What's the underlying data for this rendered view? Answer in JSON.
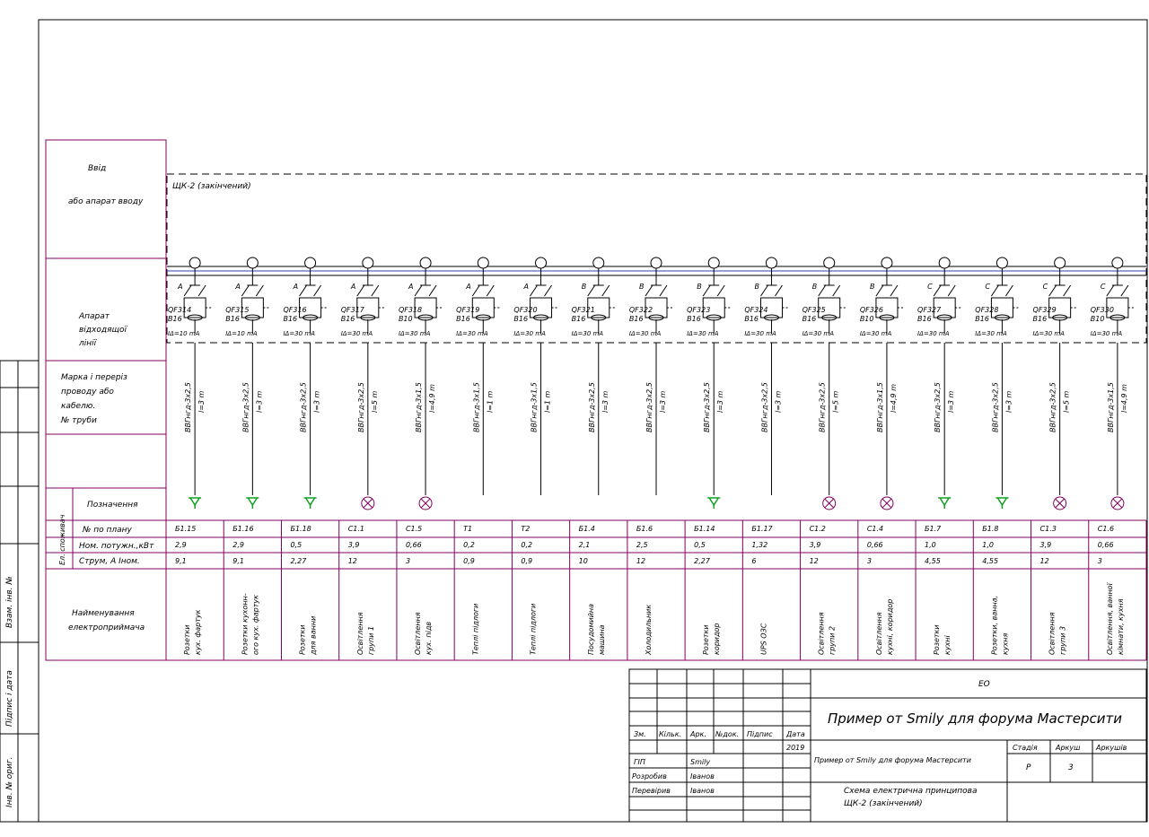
{
  "panel_label": "ЩК-2 (закінчений)",
  "left_headers": {
    "input": [
      "Ввід",
      "або апарат вводу"
    ],
    "line_devices": [
      "Апарат",
      "відходящої",
      "лінії"
    ],
    "cable": [
      "Марка і переріз",
      "проводу або",
      "кабелю.",
      "№ труби"
    ],
    "side_label": "Ел. споживач",
    "designation": "Позначення",
    "plan_no": "№ по плану",
    "power": "Ном. потужн.,кВт",
    "current": "Струм, А   Іном.",
    "name": [
      "Найменування",
      "електроприймача"
    ]
  },
  "groups": [
    {
      "qf": "QF314",
      "type": "A",
      "rating": "B16",
      "leak": "IΔ=10 mA",
      "cable": "ВВГнгд-3х2,5",
      "len": "l=3 m",
      "sym": "fluor",
      "plan": "Б1.15",
      "power": "2,9",
      "current": "9,1",
      "name": [
        "Розетки",
        "кух. фартук"
      ]
    },
    {
      "qf": "QF315",
      "type": "A",
      "rating": "B16",
      "leak": "IΔ=10 mA",
      "cable": "ВВГнгд-3х2,5",
      "len": "l=3 m",
      "sym": "fluor",
      "plan": "Б1.16",
      "power": "2,9",
      "current": "9,1",
      "name": [
        "Розетки кухонн-",
        "ого кух. фартук"
      ]
    },
    {
      "qf": "QF316",
      "type": "A",
      "rating": "B16",
      "leak": "IΔ=30 mA",
      "cable": "ВВГнгд-3х2,5",
      "len": "l=3 m",
      "sym": "fluor",
      "plan": "Б1.18",
      "power": "0,5",
      "current": "2,27",
      "name": [
        "Розетки",
        "для ванни"
      ]
    },
    {
      "qf": "QF317",
      "type": "A",
      "rating": "B16",
      "leak": "IΔ=30 mA",
      "cable": "ВВГнгд-3х2,5",
      "len": "l=5 m",
      "sym": "lamp",
      "plan": "С1.1",
      "power": "3,9",
      "current": "12",
      "name": [
        "Освітлення",
        "групи 1"
      ]
    },
    {
      "qf": "QF318",
      "type": "A",
      "rating": "B10",
      "leak": "IΔ=30 mA",
      "cable": "ВВГнгд-3х1,5",
      "len": "l=4,9 m",
      "sym": "lamp",
      "plan": "С1.5",
      "power": "0,66",
      "current": "3",
      "name": [
        "Освітлення",
        "кух. підв"
      ]
    },
    {
      "qf": "QF319",
      "type": "A",
      "rating": "B16",
      "leak": "IΔ=30 mA",
      "cable": "ВВГнгд-3х1,5",
      "len": "l=1 m",
      "sym": "none",
      "plan": "Т1",
      "power": "0,2",
      "current": "0,9",
      "name": [
        "Теплі підлоги"
      ]
    },
    {
      "qf": "QF320",
      "type": "A",
      "rating": "B16",
      "leak": "IΔ=30 mA",
      "cable": "ВВГнгд-3х1,5",
      "len": "l=1 m",
      "sym": "none",
      "plan": "Т2",
      "power": "0,2",
      "current": "0,9",
      "name": [
        "Теплі підлоги"
      ]
    },
    {
      "qf": "QF321",
      "type": "B",
      "rating": "B16",
      "leak": "IΔ=30 mA",
      "cable": "ВВГнгд-3х2,5",
      "len": "l=3 m",
      "sym": "none",
      "plan": "Б1.4",
      "power": "2,1",
      "current": "10",
      "name": [
        "Посудомийна",
        "машина"
      ]
    },
    {
      "qf": "QF322",
      "type": "B",
      "rating": "B16",
      "leak": "IΔ=30 mA",
      "cable": "ВВГнгд-3х2,5",
      "len": "l=3 m",
      "sym": "none",
      "plan": "Б1.6",
      "power": "2,5",
      "current": "12",
      "name": [
        "Холодильник"
      ]
    },
    {
      "qf": "QF323",
      "type": "B",
      "rating": "B16",
      "leak": "IΔ=30 mA",
      "cable": "ВВГнгд-3х2,5",
      "len": "l=3 m",
      "sym": "fluor",
      "plan": "Б1.14",
      "power": "0,5",
      "current": "2,27",
      "name": [
        "Розетки",
        "коридор"
      ]
    },
    {
      "qf": "QF324",
      "type": "B",
      "rating": "B16",
      "leak": "IΔ=30 mA",
      "cable": "ВВГнгд-3х2,5",
      "len": "l=3 m",
      "sym": "none",
      "plan": "Б1.17",
      "power": "1,32",
      "current": "6",
      "name": [
        "UPS ОЗС"
      ]
    },
    {
      "qf": "QF325",
      "type": "B",
      "rating": "B16",
      "leak": "IΔ=30 mA",
      "cable": "ВВГнгд-3х2,5",
      "len": "l=5 m",
      "sym": "lamp",
      "plan": "С1.2",
      "power": "3,9",
      "current": "12",
      "name": [
        "Освітлення",
        "групи 2"
      ]
    },
    {
      "qf": "QF326",
      "type": "B",
      "rating": "B10",
      "leak": "IΔ=30 mA",
      "cable": "ВВГнгд-3х1,5",
      "len": "l=4,9 m",
      "sym": "lamp",
      "plan": "С1.4",
      "power": "0,66",
      "current": "3",
      "name": [
        "Освітлення",
        "кухні, коридор"
      ]
    },
    {
      "qf": "QF327",
      "type": "C",
      "rating": "B16",
      "leak": "IΔ=30 mA",
      "cable": "ВВГнгд-3х2,5",
      "len": "l=3 m",
      "sym": "fluor",
      "plan": "Б1.7",
      "power": "1,0",
      "current": "4,55",
      "name": [
        "Розетки",
        "кухні"
      ]
    },
    {
      "qf": "QF328",
      "type": "C",
      "rating": "B16",
      "leak": "IΔ=30 mA",
      "cable": "ВВГнгд-3х2,5",
      "len": "l=3 m",
      "sym": "fluor",
      "plan": "Б1.8",
      "power": "1,0",
      "current": "4,55",
      "name": [
        "Розетки, ванна,",
        "кухня"
      ]
    },
    {
      "qf": "QF329",
      "type": "C",
      "rating": "B16",
      "leak": "IΔ=30 mA",
      "cable": "ВВГнгд-3х2,5",
      "len": "l=5 m",
      "sym": "lamp",
      "plan": "С1.3",
      "power": "3,9",
      "current": "12",
      "name": [
        "Освітлення",
        "групи 3"
      ]
    },
    {
      "qf": "QF330",
      "type": "C",
      "rating": "B10",
      "leak": "IΔ=30 mA",
      "cable": "ВВГнгд-3х1,5",
      "len": "l=4,9 m",
      "sym": "lamp",
      "plan": "С1.6",
      "power": "0,66",
      "current": "3",
      "name": [
        "Освітлення, ванної",
        "кімнати, кухня"
      ]
    }
  ],
  "stamp": {
    "code": "ЕО",
    "title": "Пример от Smily для форума Мастерсити",
    "subtitle": "Пример от Smily для форума Мастерсити",
    "sheet_title": [
      "Схема електрична принципова",
      "ЩК-2 (закінчений)"
    ],
    "cols": [
      "Зм.",
      "Кільк.",
      "Арк.",
      "№док.",
      "Підпис",
      "Дата"
    ],
    "year": "2019",
    "stage_label": "Стадія",
    "sheet_label": "Аркуш",
    "sheets_label": "Аркушів",
    "stage": "Р",
    "sheet": "3",
    "gip_label": "ГІП",
    "gip_name": "Smily",
    "dev_label": "Розробив",
    "dev_name": "Іванов",
    "chk_label": "Перевірив",
    "chk_name": "Іванов"
  },
  "margin_labels": [
    "Інв. № ориг.",
    "Підпис і дата",
    "Взам. інв. №"
  ]
}
